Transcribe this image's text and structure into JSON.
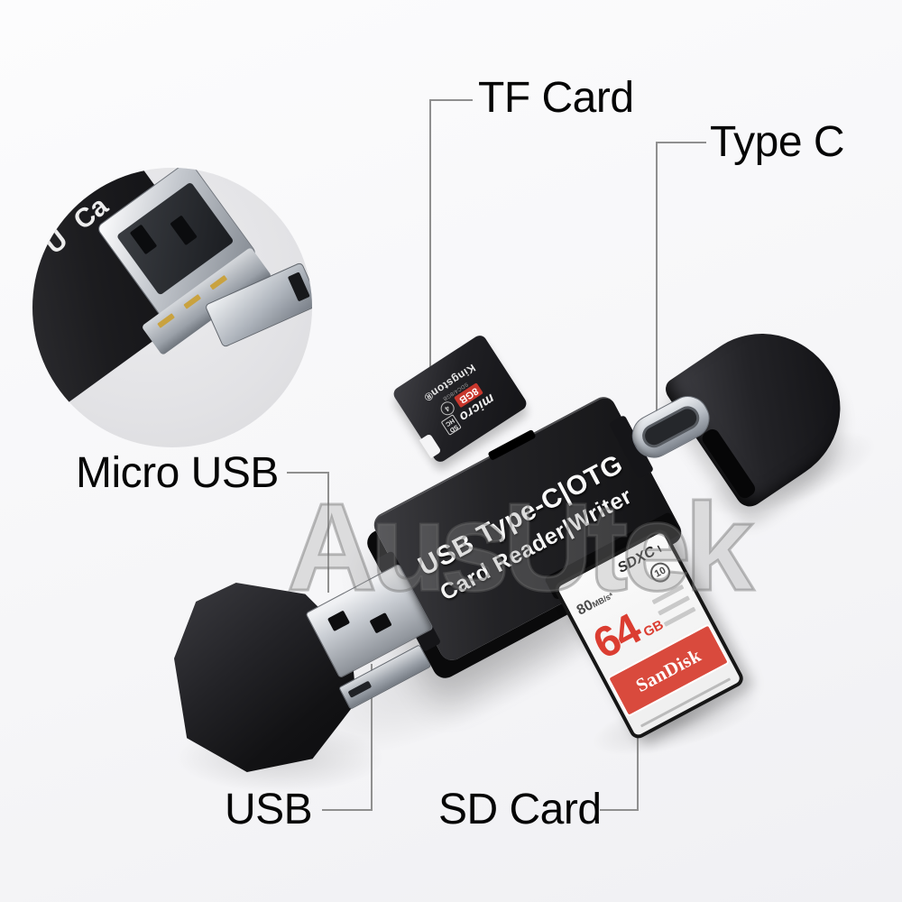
{
  "watermark": "AusUtek",
  "callouts": {
    "tf_card": "TF Card",
    "type_c": "Type C",
    "micro_usb": "Micro USB",
    "usb": "USB",
    "sd_card": "SD Card"
  },
  "product": {
    "line1": "USB Type-C|OTG",
    "line2": "Card Reader|Writer"
  },
  "sd_card": {
    "speed_value": "80",
    "speed_unit": "MB/s*",
    "format_logo": "SDXC",
    "uhs_mark": "I",
    "speed_class": "10",
    "capacity_value": "64",
    "capacity_unit": "GB",
    "brand": "SanDisk"
  },
  "tf_card": {
    "brand": "Kingston®",
    "part_number": "SDC4/8GB",
    "format_logo_micro": "micro",
    "format_logo_sd": "SD",
    "format_logo_hc": "HC",
    "capacity": "8GB",
    "speed_class": "4"
  },
  "inset": {
    "partial_letters_ca": "Ca",
    "partial_letter_u": "U"
  },
  "colors": {
    "background": "#f5f5f7",
    "callout_text": "#050505",
    "callout_line": "#8f8f8f",
    "reader_body": "#1b1b1e",
    "reader_text": "#ffffff",
    "sandisk_red": "#d94a3d",
    "kingston_red": "#c8372d",
    "watermark_gray": "#8e8e8e"
  }
}
